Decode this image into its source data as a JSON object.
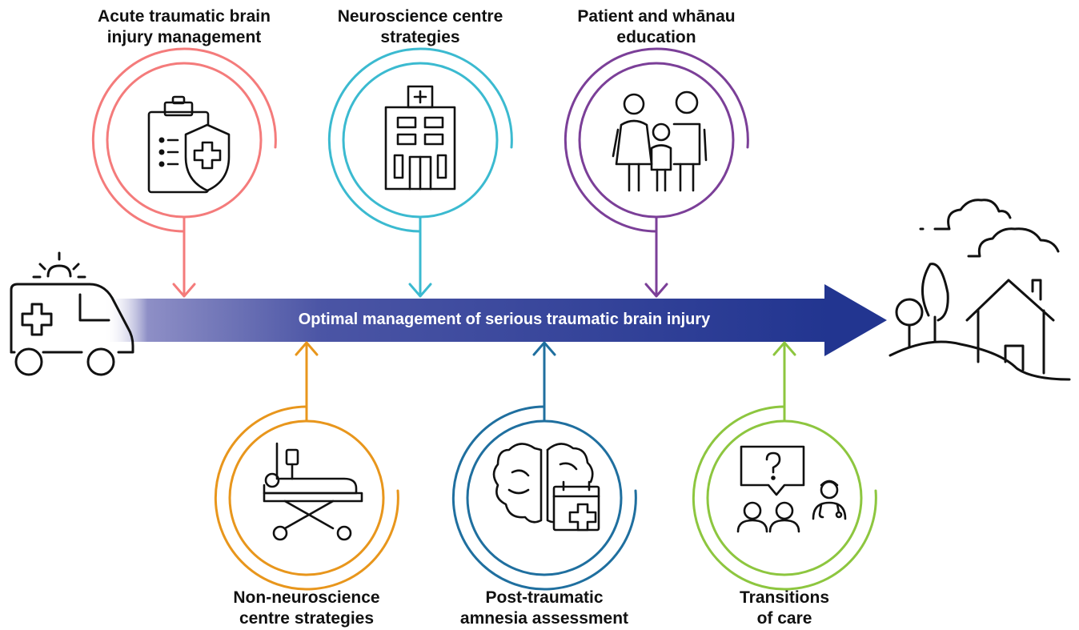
{
  "main_label": "Optimal management of serious traumatic brain injury",
  "stages_top": [
    {
      "line1": "Acute traumatic brain",
      "line2": "injury management",
      "icon": "clipboard-shield-icon",
      "color": "#f47b7b"
    },
    {
      "line1": "Neuroscience centre",
      "line2": "strategies",
      "icon": "hospital-icon",
      "color": "#3bbad0"
    },
    {
      "line1": "Patient and whānau",
      "line2": "education",
      "icon": "family-icon",
      "color": "#7b3f98"
    }
  ],
  "stages_bottom": [
    {
      "line1": "Non-neuroscience",
      "line2": "centre strategies",
      "icon": "hospital-bed-icon",
      "color": "#e8961c"
    },
    {
      "line1": "Post-traumatic",
      "line2": "amnesia assessment",
      "icon": "brain-calendar-icon",
      "color": "#1f6f9f"
    },
    {
      "line1": "Transitions",
      "line2": "of care",
      "icon": "consultation-icon",
      "color": "#8dc63f"
    }
  ],
  "start_icon": "ambulance-icon",
  "end_icon": "home-icon",
  "arrow_color": "#2b3990"
}
